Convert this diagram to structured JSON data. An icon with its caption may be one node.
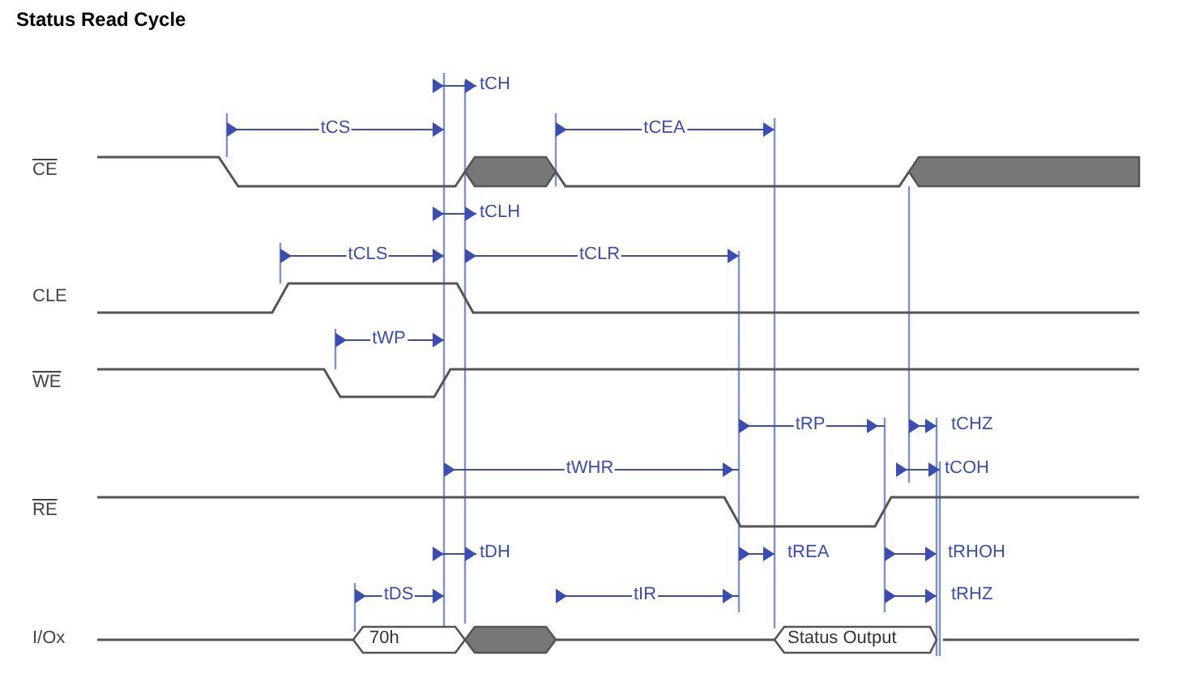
{
  "diagram": {
    "title": "Status Read Cycle",
    "labels": [
      "CE",
      "CLE",
      "WE",
      "RE",
      "I/Ox",
      "tCH",
      "tCS",
      "tCEA",
      "tCLH",
      "tCLS",
      "tCLR",
      "tWP",
      "tRP",
      "tCHZ",
      "tWHR",
      "tCOH",
      "tDH",
      "tREA",
      "tRHOH",
      "tDS",
      "tIR",
      "tRHZ",
      "70h",
      "Status Output"
    ]
  }
}
